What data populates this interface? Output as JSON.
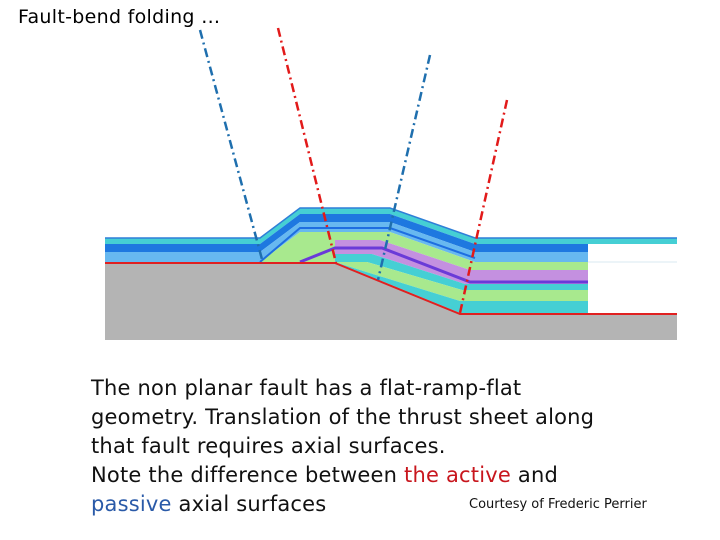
{
  "title": "Fault-bend folding …",
  "caption": {
    "line1": "The non planar fault has a flat-ramp-flat",
    "line2": "geometry. Translation of the thrust sheet along",
    "line3": "that fault requires axial surfaces.",
    "line4_prefix": "Note the difference between ",
    "line4_active": "the active",
    "line4_suffix": " and",
    "line5_passive": "passive",
    "line5_suffix": " axial surfaces"
  },
  "credit": "Courtesy of Frederic Perrier",
  "colors": {
    "active_axial_surface": "#e21a1a",
    "passive_axial_surface": "#1f6fae",
    "fault": "#e02020",
    "footwall": "#b4b4b4",
    "layer_cyan": "#45cfd4",
    "layer_blue": "#1e78e0",
    "layer_light_blue": "#67b8f0",
    "layer_green": "#a8e98e",
    "layer_purple": "#c490e0",
    "layer_violet_line": "#6a3ad8"
  }
}
